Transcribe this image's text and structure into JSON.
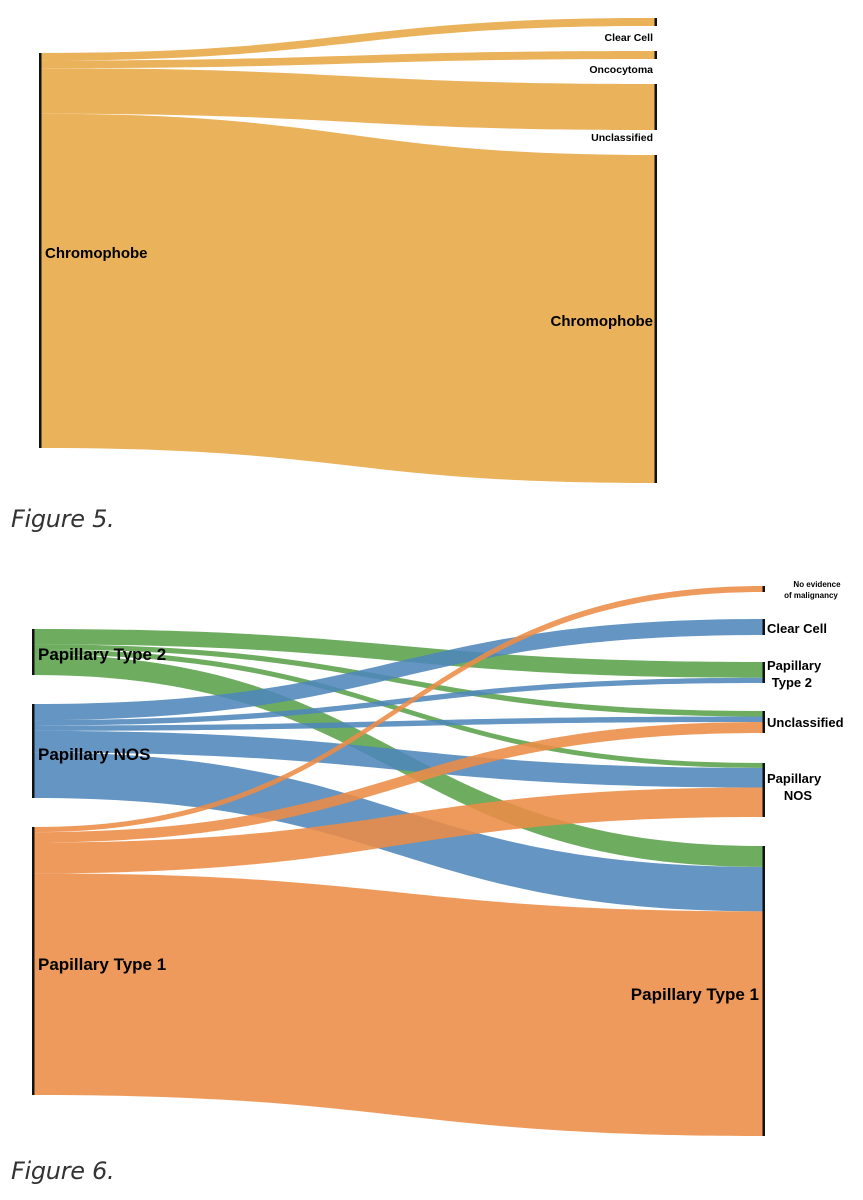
{
  "figures": [
    {
      "caption": "Figure 5.",
      "colors": {
        "Chromophobe": "#e9b25b"
      },
      "left_nodes": [
        {
          "id": "chromo_l",
          "label": "Chromophobe"
        }
      ],
      "right_nodes": [
        {
          "id": "clear",
          "label": "Clear Cell"
        },
        {
          "id": "onco",
          "label": "Oncocytoma"
        },
        {
          "id": "uncl",
          "label": "Unclassified"
        },
        {
          "id": "chromo_r",
          "label": "Chromophobe"
        }
      ],
      "flows": [
        {
          "source": "Chromophobe",
          "target": "Clear Cell",
          "value": 2
        },
        {
          "source": "Chromophobe",
          "target": "Oncocytoma",
          "value": 2
        },
        {
          "source": "Chromophobe",
          "target": "Unclassified",
          "value": 12
        },
        {
          "source": "Chromophobe",
          "target": "Chromophobe",
          "value": 88
        }
      ]
    },
    {
      "caption": "Figure 6.",
      "colors": {
        "Papillary Type 2": "#5aa14a",
        "Papillary NOS": "#4f86bb",
        "Papillary Type 1": "#ec8c45"
      },
      "left_nodes": [
        {
          "id": "pt2_l",
          "label": "Papillary Type 2"
        },
        {
          "id": "pnos_l",
          "label": "Papillary NOS"
        },
        {
          "id": "pt1_l",
          "label": "Papillary Type 1"
        }
      ],
      "right_nodes": [
        {
          "id": "nem",
          "label_lines": [
            "No evidence",
            "of malignancy"
          ]
        },
        {
          "id": "cc",
          "label_lines": [
            "Clear Cell"
          ]
        },
        {
          "id": "pt2_r",
          "label_lines": [
            "Papillary",
            "Type 2"
          ]
        },
        {
          "id": "uc",
          "label_lines": [
            "Unclassified"
          ]
        },
        {
          "id": "pnos_r",
          "label_lines": [
            "Papillary",
            "NOS"
          ]
        },
        {
          "id": "pt1_r",
          "label": "Papillary Type 1"
        }
      ],
      "flows": [
        {
          "source": "Papillary Type 2",
          "target": "Papillary Type 2",
          "value": 6
        },
        {
          "source": "Papillary Type 2",
          "target": "Unclassified",
          "value": 2
        },
        {
          "source": "Papillary Type 2",
          "target": "Papillary NOS",
          "value": 2
        },
        {
          "source": "Papillary Type 2",
          "target": "Papillary Type 1",
          "value": 8
        },
        {
          "source": "Papillary NOS",
          "target": "Clear Cell",
          "value": 6
        },
        {
          "source": "Papillary NOS",
          "target": "Papillary Type 2",
          "value": 2
        },
        {
          "source": "Papillary NOS",
          "target": "Unclassified",
          "value": 2
        },
        {
          "source": "Papillary NOS",
          "target": "Papillary NOS",
          "value": 8
        },
        {
          "source": "Papillary NOS",
          "target": "Papillary Type 1",
          "value": 17
        },
        {
          "source": "Papillary Type 1",
          "target": "No evidence of malignancy",
          "value": 2
        },
        {
          "source": "Papillary Type 1",
          "target": "Unclassified",
          "value": 4
        },
        {
          "source": "Papillary Type 1",
          "target": "Papillary NOS",
          "value": 12
        },
        {
          "source": "Papillary Type 1",
          "target": "Papillary Type 1",
          "value": 86
        }
      ]
    }
  ]
}
